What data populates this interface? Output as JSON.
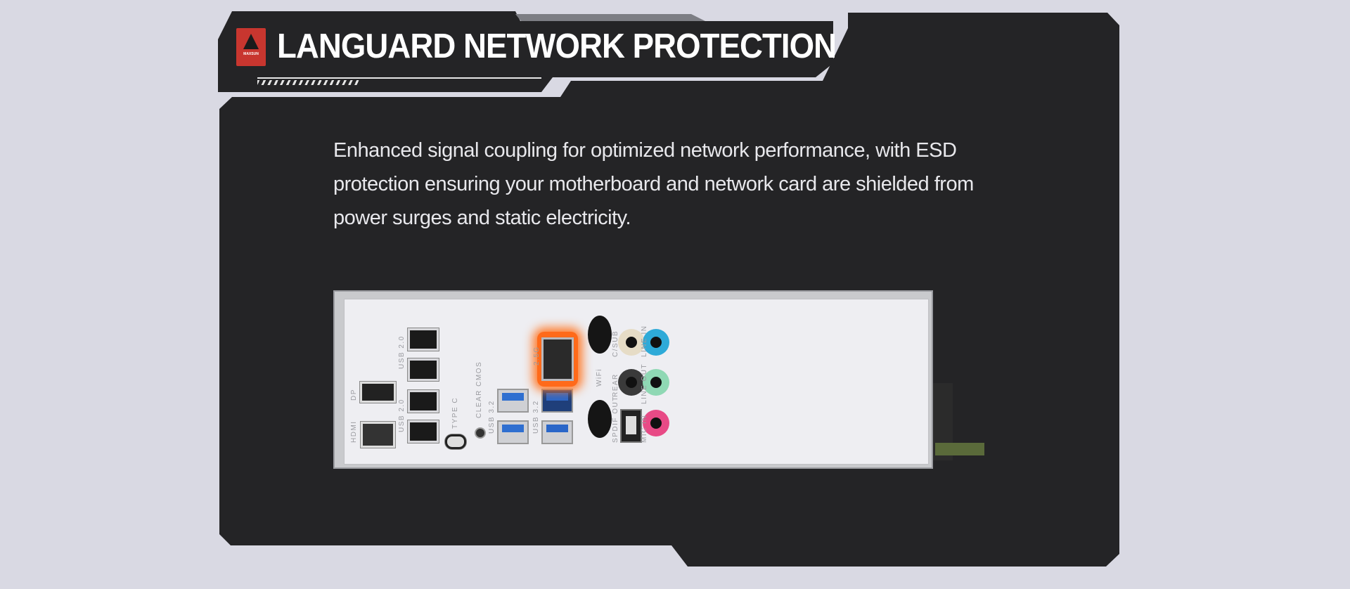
{
  "header": {
    "title": "LANGUARD NETWORK PROTECTION",
    "logo_text": "MAXSUN"
  },
  "description": "Enhanced signal coupling for optimized network performance, with ESD protection ensuring your motherboard and network card are shielded from power surges and static electricity.",
  "io_panel": {
    "labels": {
      "usb20_top": "USB 2.0",
      "usb20_bottom": "USB 2.0",
      "dp": "DP",
      "hdmi": "HDMI",
      "type_c": "TYPE C",
      "clear_cmos": "CLEAR CMOS",
      "usb32_left": "USB 3.2",
      "usb32_right": "USB 3.2",
      "lan": "2.5G",
      "wifi": "WiFi",
      "csub": "C/SUB",
      "rear": "REAR",
      "spdif": "SPDIF OUT",
      "line_in": "LINE IN",
      "line_out": "LINE OUT",
      "mic_in": "MIC IN"
    },
    "highlight_color": "#ff6a1a",
    "jack_colors": {
      "csub": "#e6dcc6",
      "rear": "#3a3a3a",
      "line_in": "#2eaad8",
      "line_out": "#8fd8b4",
      "mic_in": "#e84a86"
    }
  }
}
